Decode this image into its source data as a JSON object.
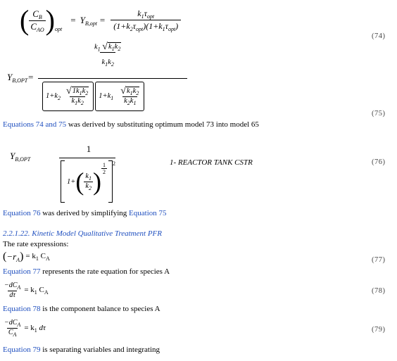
{
  "eq74": {
    "lhs_c_b": "C",
    "lhs_b": "B",
    "lhs_c_ao": "C",
    "lhs_ao": "AO",
    "lhs_opt": "opt",
    "eq_sign": "=",
    "y": "Y",
    "y_sub": "B,opt",
    "rhs_num_k": "k",
    "rhs_num_1": "1",
    "rhs_num_tau": "τ",
    "rhs_num_opt": "opt",
    "rhs_den": "(1+k",
    "rhs_den_2": "2",
    "rhs_den_tau": "τ",
    "rhs_den_opt": "opt",
    "rhs_den_b": ")(1+k",
    "rhs_den_1": "1",
    "rhs_den_tau2": "τ",
    "rhs_den_opt2": "opt",
    "rhs_den_close": ")",
    "number": "(74)"
  },
  "eq75": {
    "y": "Y",
    "y_sub": "B,OPT",
    "eq_sign": "=",
    "top_num": "k",
    "top_num_1": "1",
    "top_root": "k",
    "top_root_1": "1",
    "top_root_k": "k",
    "top_root_2": "2",
    "top_den": "k",
    "top_den_1": "1",
    "top_den_k": "k",
    "top_den_2": "2",
    "term1_pre": "1+k",
    "term1_pre_sub": "2",
    "term1_num": "k",
    "term1_num_1": "1",
    "term1_num_k": "k",
    "term1_num_2": "2",
    "term1_den": "k",
    "term1_den_1": "1",
    "term1_den_k": "k",
    "term1_den_2": "2",
    "term2_pre": "1+k",
    "term2_pre_sub": "1",
    "term2_num": "k",
    "term2_num_1": "1",
    "term2_num_k": "k",
    "term2_num_2": "2",
    "term2_den": "k",
    "term2_den_2": "2",
    "term2_den_k": "k",
    "term2_den_1": "1",
    "number": "(75)"
  },
  "p1": {
    "link": "Equations 74 and 75",
    "text": " was derived by substituting optimum model 73 into model 65"
  },
  "eq76": {
    "y": "Y",
    "y_sub": "B,OPT",
    "num": "1",
    "inner_pre": "1+",
    "inner_num": "k",
    "inner_num_1": "1",
    "inner_den": "k",
    "inner_den_2": "2",
    "exp_num": "1",
    "exp_den": "2",
    "outer_exp": "2",
    "label": "1- REACTOR TANK CSTR",
    "number": "(76)"
  },
  "p2": {
    "link1": "Equation 76",
    "text": " was derived by simplifying ",
    "link2": "Equation 75"
  },
  "section": {
    "heading": "2.2.1.22. Kinetic Model Qualitative Treatment PFR"
  },
  "p3": {
    "text": "The rate expressions:"
  },
  "eq77": {
    "lhs": "−r",
    "lhs_sub": "A",
    "rhs": "= k",
    "rhs_sub": "1",
    "rhs_c": " C",
    "rhs_c_sub": "A",
    "number": "(77)"
  },
  "p4": {
    "link": "Equation 77",
    "text": " represents the rate equation for species A"
  },
  "eq78": {
    "num": "−dC",
    "num_sub": "A",
    "den": "dτ",
    "rhs": "= k",
    "rhs_sub": "1",
    "rhs_c": " C",
    "rhs_c_sub": "A",
    "number": "(78)"
  },
  "p5": {
    "link": "Equation 78",
    "text": " is the component balance to species A"
  },
  "eq79": {
    "num": "−dC",
    "num_sub": "A",
    "den": "C",
    "den_sub": "A",
    "rhs": "= k",
    "rhs_sub": "1",
    "rhs_tail": " dτ",
    "number": "(79)"
  },
  "p6": {
    "link": "Equation 79",
    "text": " is separating variables and integrating"
  },
  "colors": {
    "link": "#1f4fbf",
    "text": "#000000"
  }
}
